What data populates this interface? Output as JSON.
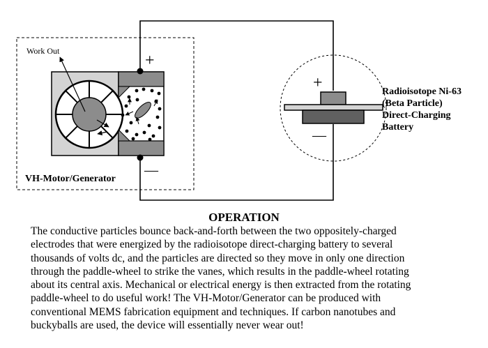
{
  "labels": {
    "work_out": "Work Out",
    "motor_generator": "VH-Motor/Generator",
    "plus_motor": "+",
    "minus_motor": "—",
    "plus_battery": "+",
    "minus_battery": "—",
    "battery_lines": [
      "Radioisotope Ni-63",
      "(Beta Particle)",
      "Direct-Charging",
      "Battery"
    ]
  },
  "operation": {
    "title": "OPERATION",
    "lines": [
      "The conductive particles bounce back-and-forth between the two oppositely-charged",
      "electrodes that were energized by the radioisotope direct-charging battery to several",
      "thousands of volts dc, and the particles are directed so they move in only one direction",
      "through the paddle-wheel to strike the vanes, which results in the paddle-wheel rotating",
      "about its central axis.   Mechanical or electrical energy is then extracted from the rotating",
      "paddle-wheel to do useful work!   The VH-Motor/Generator can be produced with",
      "conventional MEMS fabrication equipment and techniques.  If carbon nanotubes and",
      "buckyballs are used, the device will essentially never wear out!"
    ]
  },
  "colors": {
    "light_gray": "#d4d4d4",
    "mid_gray": "#8c8c8c",
    "dark_gray": "#606060"
  }
}
